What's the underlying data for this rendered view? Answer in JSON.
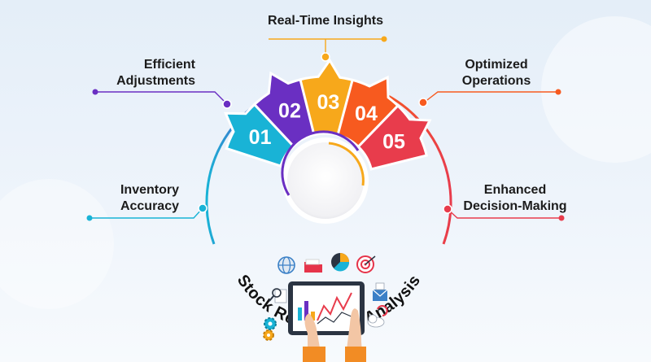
{
  "title": "Stock Review and Analysis",
  "steps": [
    {
      "number": "01",
      "label_line1": "Inventory",
      "label_line2": "Accuracy",
      "color": "#19b3d6"
    },
    {
      "number": "02",
      "label_line1": "Efficient",
      "label_line2": "Adjustments",
      "color": "#6a2fc2"
    },
    {
      "number": "03",
      "label_line1": "Real-Time Insights",
      "label_line2": "",
      "color": "#f7a81b"
    },
    {
      "number": "04",
      "label_line1": "Optimized",
      "label_line2": "Operations",
      "color": "#f75a1f"
    },
    {
      "number": "05",
      "label_line1": "Enhanced",
      "label_line2": "Decision-Making",
      "color": "#e83c4c"
    }
  ],
  "icons": [
    "globe-icon",
    "folder-icon",
    "pie-chart-icon",
    "target-icon",
    "magnifier-icon",
    "envelope-icon",
    "gears-icon",
    "cloud-icon",
    "tablet-chart-icon"
  ]
}
